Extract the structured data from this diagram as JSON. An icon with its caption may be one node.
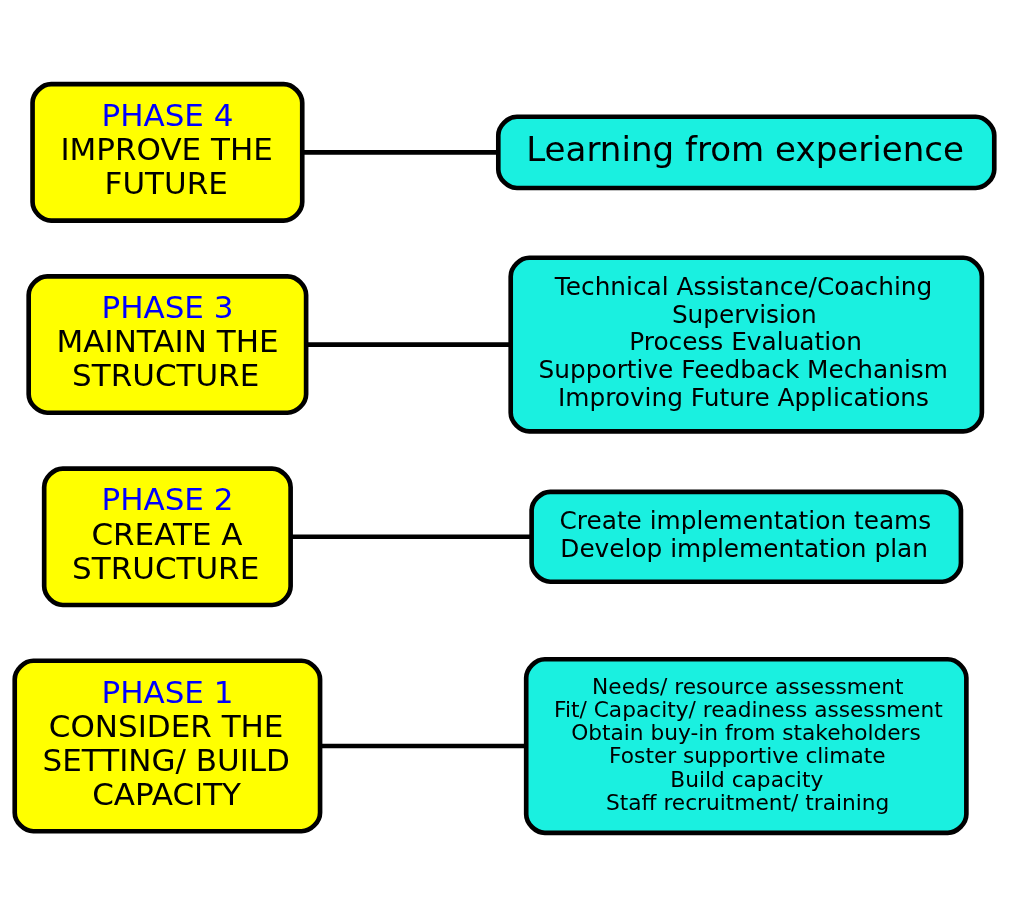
{
  "diagram": {
    "nodes": [
      {
        "text": [
          "PHASE 1",
          "CONSIDER THE SETTING/ BUILD CAPACITY"
        ]
      },
      {
        "text": [
          "Needs/ resource assessment",
          "Fit/ Capacity/ readiness assessment",
          "Obtain buy-in from stakeholders",
          "Foster supportive climate",
          "Build capacity",
          "Staff recruitment/ training"
        ]
      },
      {
        "text": [
          "PHASE 2",
          "CREATE A STRUCTURE"
        ]
      },
      {
        "text": [
          "Create implementation teams",
          "Develop implementation plan"
        ]
      },
      {
        "text": [
          "PHASE 3",
          "MAINTAIN THE STRUCTURE"
        ]
      },
      {
        "text": [
          "Technical Assistance/Coaching",
          "Supervision",
          "Process Evaluation",
          "Supportive Feedback Mechanism",
          "Improving Future Applications"
        ]
      },
      {
        "text": [
          "PHASE 4",
          "IMPROVE THE FUTURE"
        ]
      },
      {
        "text": [
          "Learning from experience"
        ]
      }
    ],
    "edges": [
      {
        "from": 0,
        "to": 1,
        "arrow": "none"
      },
      {
        "from": 2,
        "to": 3,
        "arrow": "none"
      },
      {
        "from": 4,
        "to": 5,
        "arrow": "none"
      },
      {
        "from": 6,
        "to": 7,
        "arrow": "none"
      }
    ]
  }
}
